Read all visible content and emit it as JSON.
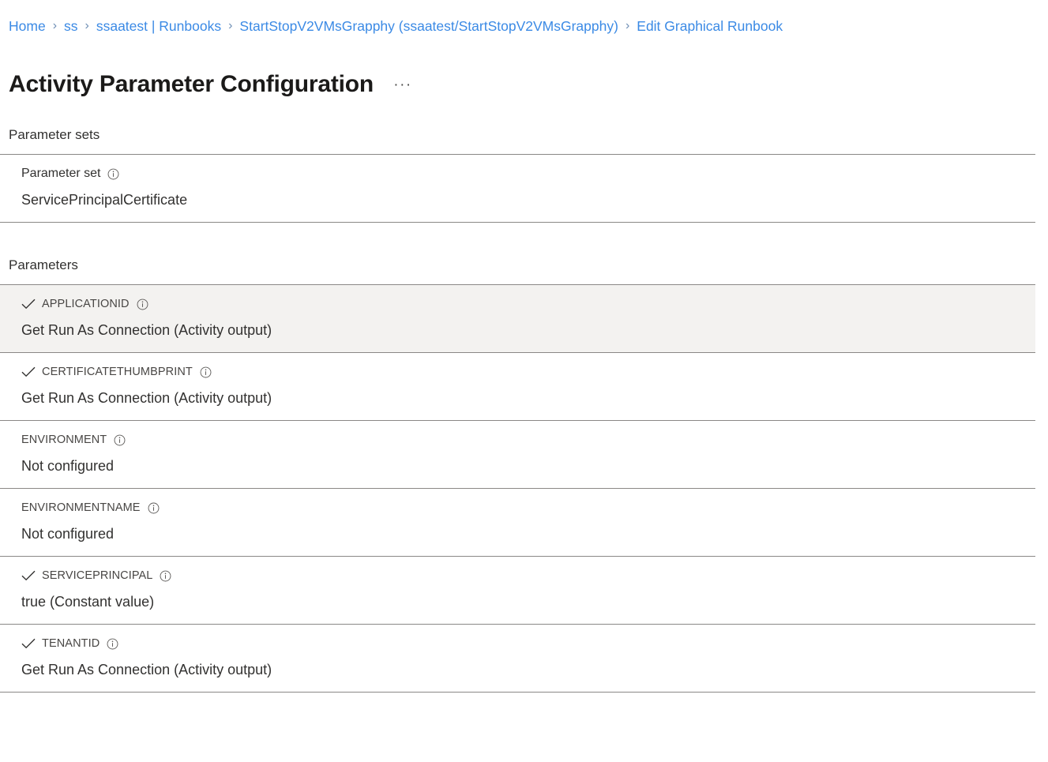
{
  "breadcrumb": {
    "separator": "›",
    "items": [
      {
        "label": "Home"
      },
      {
        "label": "ss"
      },
      {
        "label": "ssaatest | Runbooks"
      },
      {
        "label": "StartStopV2VMsGrapphy (ssaatest/StartStopV2VMsGrapphy)"
      },
      {
        "label": "Edit Graphical Runbook"
      }
    ]
  },
  "header": {
    "title": "Activity Parameter Configuration",
    "more_label": "···"
  },
  "colors": {
    "link": "#3b8ae5",
    "selected_row_bg": "#f3f2f0",
    "divider": "#8a8886",
    "label_text": "#484644",
    "value_text": "#323130"
  },
  "sections": [
    {
      "id": "parameter-sets",
      "heading": "Parameter sets",
      "rows": [
        {
          "label": "Parameter set",
          "label_case": "normal",
          "checked": false,
          "info": true,
          "value": "ServicePrincipalCertificate",
          "selected": false
        }
      ]
    },
    {
      "id": "parameters",
      "heading": "Parameters",
      "rows": [
        {
          "label": "APPLICATIONID",
          "label_case": "upper",
          "checked": true,
          "info": true,
          "value": "Get Run As Connection (Activity output)",
          "selected": true
        },
        {
          "label": "CERTIFICATETHUMBPRINT",
          "label_case": "upper",
          "checked": true,
          "info": true,
          "value": "Get Run As Connection (Activity output)",
          "selected": false
        },
        {
          "label": "ENVIRONMENT",
          "label_case": "upper",
          "checked": false,
          "info": true,
          "value": "Not configured",
          "selected": false
        },
        {
          "label": "ENVIRONMENTNAME",
          "label_case": "upper",
          "checked": false,
          "info": true,
          "value": "Not configured",
          "selected": false
        },
        {
          "label": "SERVICEPRINCIPAL",
          "label_case": "upper",
          "checked": true,
          "info": true,
          "value": "true (Constant value)",
          "selected": false
        },
        {
          "label": "TENANTID",
          "label_case": "upper",
          "checked": true,
          "info": true,
          "value": "Get Run As Connection (Activity output)",
          "selected": false
        }
      ]
    }
  ],
  "icons": {
    "check": "check-icon",
    "info": "info-icon"
  }
}
